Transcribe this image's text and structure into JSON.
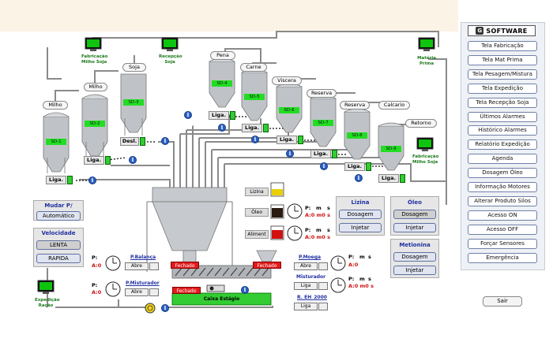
{
  "silos": [
    {
      "name": "Milho",
      "id": "SD-1"
    },
    {
      "name": "Milho",
      "id": "SD-2"
    },
    {
      "name": "Soja",
      "id": "SD-3"
    },
    {
      "name": "Pena",
      "id": "SD-4"
    },
    {
      "name": "Carne",
      "id": "SD-5"
    },
    {
      "name": "Viscera",
      "id": "SD-6"
    },
    {
      "name": "Reserva",
      "id": "SD-7"
    },
    {
      "name": "Reserva",
      "id": "SD-8"
    },
    {
      "name": "Calcario",
      "id": "SD-9"
    }
  ],
  "retorno": "Retorno",
  "pcs": {
    "fab1": [
      "Fabricação",
      "Milho Soja"
    ],
    "recep": [
      "Recepção",
      "Soja"
    ],
    "materia": [
      "Matéria",
      "Prima"
    ],
    "fab2": [
      "Fabricação",
      "Milho Soja"
    ],
    "exped": [
      "Expedição",
      "Ração"
    ]
  },
  "motors": {
    "liga": "Liga.",
    "desl": "Desl."
  },
  "mudar": {
    "title": "Mudar P/",
    "value": "Automático"
  },
  "velocidade": {
    "title": "Velocidade",
    "lenta": "LENTA",
    "rapida": "RAPIDA"
  },
  "ingredientes": {
    "lizina": "Lizina",
    "oleo": "Óleo",
    "aliment": "Aliment"
  },
  "lizina_panel": {
    "title": "Lizina",
    "dosagem": "Dosagem",
    "injetar": "Injetar"
  },
  "oleo_panel": {
    "title": "Óleo",
    "dosagem": "Dosagem",
    "injetar": "Injetar"
  },
  "metionina_panel": {
    "title": "Metionina",
    "dosagem": "Dosagem",
    "injetar": "Injetar"
  },
  "readout": {
    "p": "P:",
    "a": "A:0",
    "m": "m",
    "s": "s",
    "a_full": "A:0  m0  s"
  },
  "balanca": {
    "label": "P.Balança",
    "abre": "Abre",
    "fechado": "Fechado"
  },
  "misturador": {
    "label": "P.Misturador",
    "abre": "Abre",
    "fechado": "Fechado"
  },
  "moega": {
    "label": "P.Moega",
    "abre": "Abre",
    "fechado": "Fechado"
  },
  "mist_motor": {
    "label": "Misturador",
    "liga": "Liga"
  },
  "redler": {
    "label": "R. EH_2000",
    "liga": "Liga"
  },
  "caixa": "Caixa Estágio",
  "nav": [
    "Tela Fabricação",
    "Tela Mat Prima",
    "Tela Pesagem/Mistura",
    "Tela Expedição",
    "Tela Recepção Soja",
    "Últimos Alarmes",
    "Histórico Alarmes",
    "Relatório Expedição",
    "Agenda",
    "Dosagem Óleo",
    "Informação Motores",
    "Alterar Produto Silos",
    "Acesso ON",
    "Acesso OFF",
    "Forçar Sensores",
    "Emergência"
  ],
  "logo": "SOFTWARE",
  "sair": "Sair",
  "colors": {
    "motor_on": "#33cc33",
    "alarm_red": "#e21b1b",
    "nav_border": "#7080a8"
  }
}
